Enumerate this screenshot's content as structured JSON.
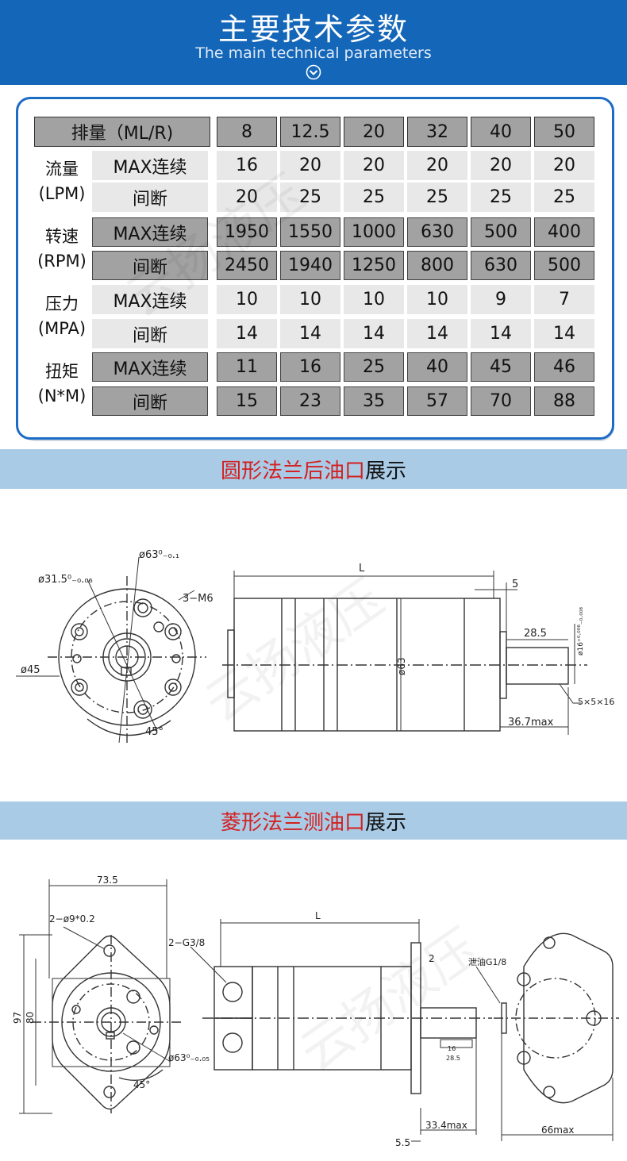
{
  "header": {
    "title": "主要技术参数",
    "subtitle": "The main technical parameters"
  },
  "table": {
    "corner_label": "排量（ML/R)",
    "columns": [
      "8",
      "12.5",
      "20",
      "32",
      "40",
      "50"
    ],
    "groups": [
      {
        "name": "流量",
        "unit": "(LPM)",
        "rows": [
          {
            "label": "MAX连续",
            "values": [
              "16",
              "20",
              "20",
              "20",
              "20",
              "20"
            ]
          },
          {
            "label": "间断",
            "values": [
              "20",
              "25",
              "25",
              "25",
              "25",
              "25"
            ]
          }
        ]
      },
      {
        "name": "转速",
        "unit": "(RPM)",
        "rows": [
          {
            "label": "MAX连续",
            "values": [
              "1950",
              "1550",
              "1000",
              "630",
              "500",
              "400"
            ]
          },
          {
            "label": "间断",
            "values": [
              "2450",
              "1940",
              "1250",
              "800",
              "630",
              "500"
            ]
          }
        ]
      },
      {
        "name": "压力",
        "unit": "(MPA)",
        "rows": [
          {
            "label": "MAX连续",
            "values": [
              "10",
              "10",
              "10",
              "10",
              "9",
              "7"
            ]
          },
          {
            "label": "间断",
            "values": [
              "14",
              "14",
              "14",
              "14",
              "14",
              "14"
            ]
          }
        ]
      },
      {
        "name": "扭矩",
        "unit": "(N*M)",
        "rows": [
          {
            "label": "MAX连续",
            "values": [
              "11",
              "16",
              "25",
              "40",
              "45",
              "46"
            ]
          },
          {
            "label": "间断",
            "values": [
              "15",
              "23",
              "35",
              "57",
              "70",
              "88"
            ]
          }
        ]
      }
    ]
  },
  "section1": {
    "highlight": "圆形法兰后油口",
    "suffix": "展示"
  },
  "section2": {
    "highlight": "菱形法兰测油口",
    "suffix": "展示"
  },
  "watermark": "云扬液压",
  "drawing1": {
    "dims": {
      "d63": "ø63⁰₋₀.₁",
      "d315": "ø31.5⁰₋₀.₀₆",
      "m6": "3−M6",
      "d45": "ø45",
      "a45": "45°",
      "L": "L",
      "five": "5",
      "d63s": "ø63",
      "l285": "28.5",
      "shaft": "ø16⁺⁰·⁰⁰⁶₋₀.₀₀₈",
      "key": "5×5×16",
      "l367": "36.7max"
    }
  },
  "drawing2": {
    "dims": {
      "w735": "73.5",
      "holes": "2−ø9*0.2",
      "h97": "97",
      "h80": "80",
      "d63": "ø63⁰₋₀.₀₅",
      "a45": "45°",
      "g38": "2−G3/8",
      "L": "L",
      "two": "2",
      "l16": "16",
      "l285": "28.5",
      "l55": "5.5",
      "l334": "33.4max",
      "g18": "泄油G1/8",
      "l66": "66max"
    }
  }
}
